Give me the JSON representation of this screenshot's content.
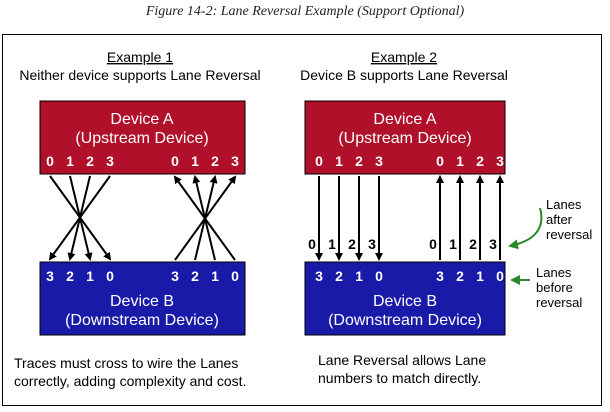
{
  "caption": "Figure 14-2: Lane Reversal Example (Support Optional)",
  "example1": {
    "heading": "Example 1",
    "subtitle": "Neither device supports Lane Reversal",
    "device_a": {
      "name": "Device A",
      "role": "(Upstream Device)",
      "lanes_left": [
        "0",
        "1",
        "2",
        "3"
      ],
      "lanes_right": [
        "0",
        "1",
        "2",
        "3"
      ]
    },
    "device_b": {
      "name": "Device B",
      "role": "(Downstream Device)",
      "lanes_left": [
        "3",
        "2",
        "1",
        "0"
      ],
      "lanes_right": [
        "3",
        "2",
        "1",
        "0"
      ]
    },
    "note_line1": "Traces must cross to wire the Lanes",
    "note_line2": "correctly, adding complexity and cost."
  },
  "example2": {
    "heading": "Example 2",
    "subtitle": "Device B supports Lane Reversal",
    "device_a": {
      "name": "Device A",
      "role": "(Upstream Device)",
      "lanes_left": [
        "0",
        "1",
        "2",
        "3"
      ],
      "lanes_right": [
        "0",
        "1",
        "2",
        "3"
      ]
    },
    "device_b": {
      "name": "Device B",
      "role": "(Downstream Device)",
      "lanes_left": [
        "3",
        "2",
        "1",
        "0"
      ],
      "lanes_right": [
        "3",
        "2",
        "1",
        "0"
      ]
    },
    "reversed_left": [
      "0",
      "1",
      "2",
      "3"
    ],
    "reversed_right": [
      "0",
      "1",
      "2",
      "3"
    ],
    "note_line1": "Lane Reversal allows Lane",
    "note_line2": "numbers to match directly.",
    "callout_after": [
      "Lanes",
      "after",
      "reversal"
    ],
    "callout_before": [
      "Lanes",
      "before",
      "reversal"
    ]
  },
  "colors": {
    "device_a": "#b0102a",
    "device_b": "#1a1aa8",
    "callout_arrow": "#2a8a2a"
  }
}
